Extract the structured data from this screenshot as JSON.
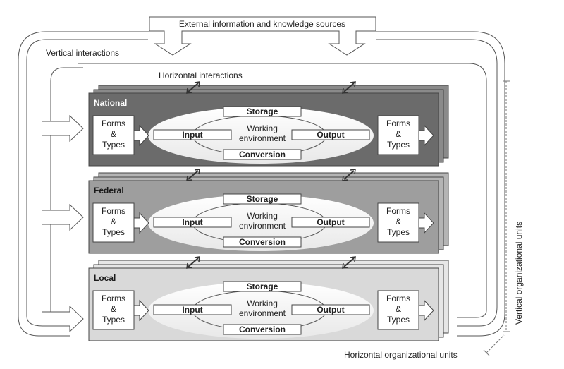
{
  "top_source": "External information and knowledge sources",
  "vertical_interactions": "Vertical interactions",
  "horizontal_interactions": "Horizontal interactions",
  "vertical_units": "Vertical organizational units",
  "horizontal_units": "Horizontal organizational units",
  "common": {
    "forms_line1": "Forms",
    "forms_line2": "&",
    "forms_line3": "Types",
    "storage": "Storage",
    "input": "Input",
    "output": "Output",
    "working_line1": "Working",
    "working_line2": "environment",
    "conversion": "Conversion"
  },
  "levels": [
    {
      "name": "National",
      "color": "#6b6b6b",
      "back_color": "#8a8a8a",
      "name_color": "#ffffff"
    },
    {
      "name": "Federal",
      "color": "#9e9e9e",
      "back_color": "#b4b4b4",
      "name_color": "#1a1a1a"
    },
    {
      "name": "Local",
      "color": "#d9d9d9",
      "back_color": "#e6e6e6",
      "name_color": "#1a1a1a"
    }
  ]
}
